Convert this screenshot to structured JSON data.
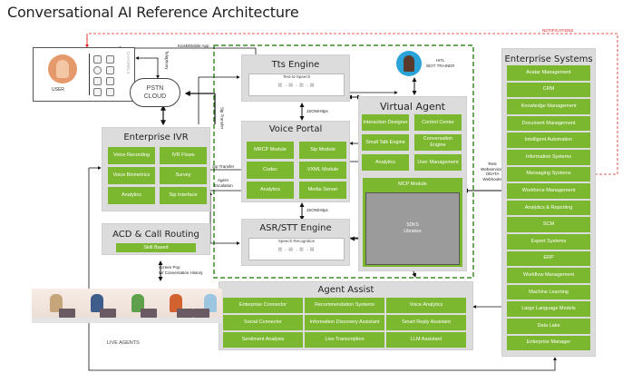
{
  "title": "Conversational AI Reference Architecture",
  "user": {
    "label": "USER",
    "channels_label": "CHANNELS"
  },
  "pstn": {
    "line1": "PSTN",
    "line2": "CLOUD"
  },
  "hitl": {
    "line1": "HITL",
    "line2": "/BOT TRAINER"
  },
  "connector_labels": {
    "kiosk": "Kiosk/Mobile App",
    "telephony": "Telephony",
    "sip_transfer_vertical": "Sip Transfer",
    "sip_transfer": "Sip Transfer",
    "agent_escalation_1": "Agent",
    "agent_escalation_2": "Escalation",
    "json_https_1": "JSON/Https",
    "json_https_2": "JSON/Https",
    "notifications": "NOTIFICATIONS",
    "rest_1": "Rest",
    "rest_2": "Webservices",
    "rest_3": "ODATA",
    "rest_4": "Webhooks",
    "screen_pop_1": "Screen Pop",
    "screen_pop_2": "W/ Conversation History"
  },
  "tts": {
    "title": "Tts Engine",
    "caption": "Text-to-Speech"
  },
  "asr": {
    "title": "ASR/STT Engine",
    "caption": "Speech Recognition"
  },
  "voice_portal": {
    "title": "Voice Portal",
    "modules": [
      "MRCP Module",
      "Sip Module",
      "Codec",
      "VXML Module",
      "Analytics",
      "Media Server"
    ]
  },
  "enterprise_ivr": {
    "title": "Enterprise IVR",
    "modules": [
      "Voice Recording",
      "IVR Flows",
      "Voice Biometrics",
      "Survey",
      "Analytics",
      "Sip Interface"
    ]
  },
  "acd": {
    "title": "ACD & Call Routing",
    "modules": [
      "Skill Based"
    ]
  },
  "virtual_agent": {
    "title": "Virtual Agent",
    "modules": [
      "Interaction Designer",
      "Control Center",
      "Small Talk Engine",
      "Conversation Engine",
      "Analytics",
      "User Management"
    ],
    "mcp": "MCP Module",
    "sdks": [
      "SDKS",
      "Libraries"
    ]
  },
  "agent_assist": {
    "title": "Agent Assist",
    "modules": [
      "Enterprise Connector",
      "Recommendation Systems",
      "Voice Analytics",
      "Social Connector",
      "Information Discovery Assistant",
      "Smart Reply Assistant",
      "Sentiment Analysis",
      "Live Transcription",
      "LLM Assistant"
    ]
  },
  "enterprise_systems": {
    "title": "Enterprise Systems",
    "items": [
      "Avatar Management",
      "CRM",
      "Knowledge Management",
      "Document Management",
      "Intelligent Automation",
      "Information Systems",
      "Messaging Systems",
      "Workforce Management",
      "Analytics & Reporting",
      "SCM",
      "Expert Systems",
      "ERP",
      "Workflow Management",
      "Machine Learning",
      "Large Language Models",
      "Data Lake",
      "Enterprise Manager"
    ]
  },
  "live_agents": {
    "label": "LIVE AGENTS"
  },
  "colors": {
    "module_green": "#7cb82f",
    "panel_gray": "#dcdcdc",
    "boundary_green": "#3a8a2a",
    "notify_red": "#e02020"
  }
}
